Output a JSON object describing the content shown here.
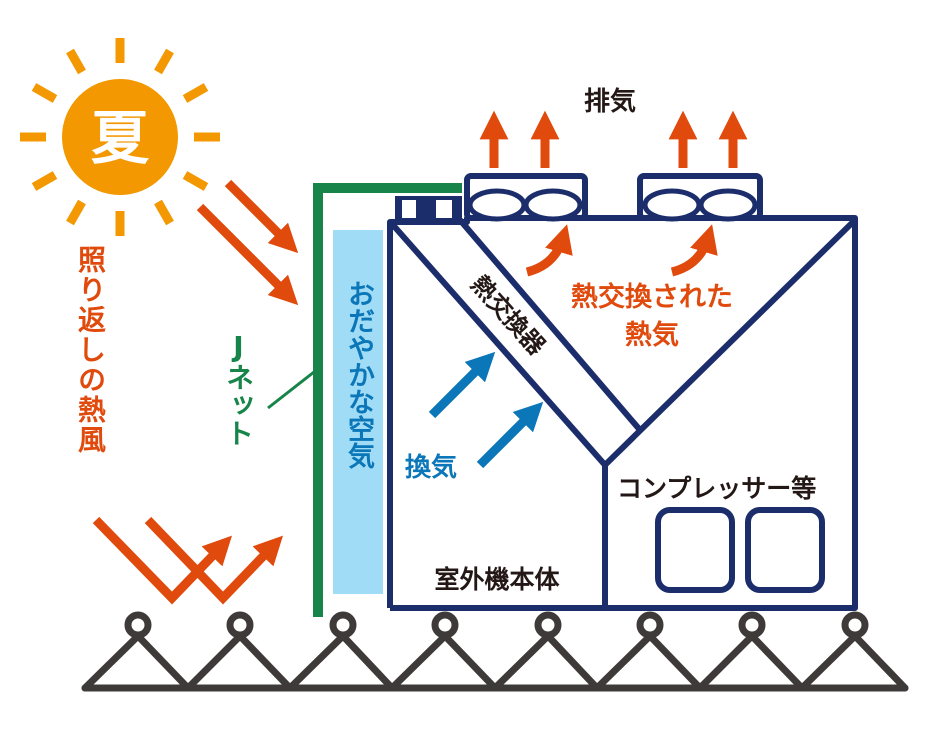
{
  "sun": {
    "label": "夏"
  },
  "reflected_heat": {
    "label": "照り返しの熱風"
  },
  "j_net": {
    "label": "Jネット"
  },
  "calm_air": {
    "label": "おだやかな空気"
  },
  "heat_exchanger": {
    "label": "熱交換器"
  },
  "exchanged_heat": {
    "line1": "熱交換された",
    "line2": "熱気"
  },
  "exhaust": {
    "label": "排気"
  },
  "ventilation": {
    "label": "換気"
  },
  "compressor": {
    "label": "コンプレッサー等"
  },
  "unit_body": {
    "label": "室外機本体"
  },
  "colors": {
    "sun": "#f39800",
    "heat_arrow": "#e04a0c",
    "unit": "#1c2d6b",
    "j_net": "#17854a",
    "air": "#a0dcf6",
    "vent_arrow": "#0b76b8",
    "ground": "#3e3a39"
  }
}
